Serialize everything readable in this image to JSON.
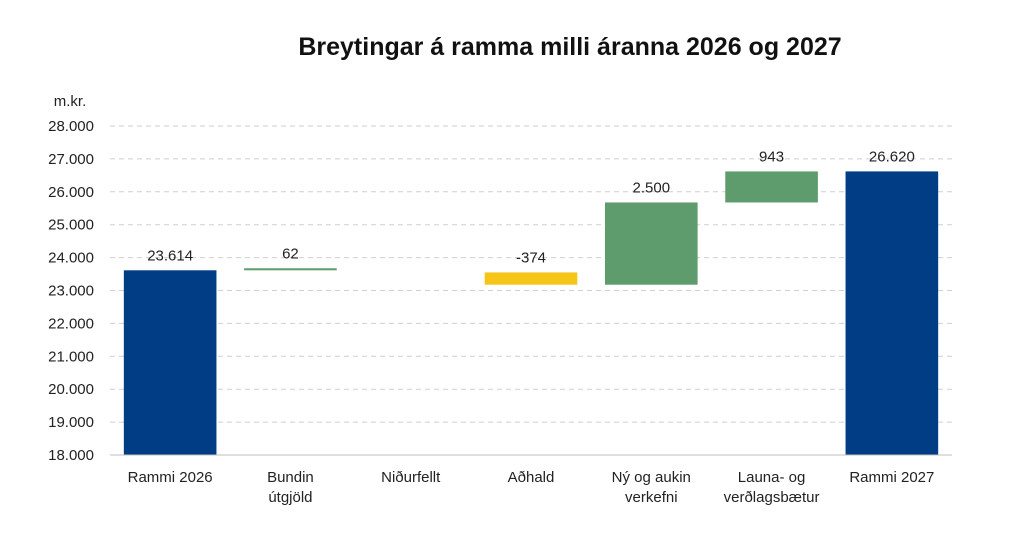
{
  "chart_data": {
    "type": "bar",
    "subtype": "waterfall",
    "title": "Breytingar á ramma milli áranna 2026 og 2027",
    "unit_label": "m.kr.",
    "categories": [
      [
        "Rammi 2026"
      ],
      [
        "Bundin",
        "útgjöld"
      ],
      [
        "Niðurfellt"
      ],
      [
        "Aðhald"
      ],
      [
        "Ný og aukin",
        "verkefni"
      ],
      [
        "Launa- og",
        "verðlagsbætur"
      ],
      [
        "Rammi 2027"
      ]
    ],
    "bars": [
      {
        "kind": "total",
        "start": 18000,
        "end": 23614,
        "label": "23.614",
        "color": "#003d85"
      },
      {
        "kind": "change",
        "start": 23614,
        "end": 23676,
        "label": "62",
        "color": "#5e9b6d"
      },
      {
        "kind": "change",
        "start": 23676,
        "end": 23676,
        "label": "",
        "color": "#5e9b6d"
      },
      {
        "kind": "change",
        "start": 23550,
        "end": 23176,
        "label": "-374",
        "color": "#f5c518"
      },
      {
        "kind": "change",
        "start": 23176,
        "end": 25676,
        "label": "2.500",
        "color": "#5e9b6d"
      },
      {
        "kind": "change",
        "start": 25676,
        "end": 26619,
        "label": "943",
        "color": "#5e9b6d"
      },
      {
        "kind": "total",
        "start": 18000,
        "end": 26620,
        "label": "26.620",
        "color": "#003d85"
      }
    ],
    "ylim": [
      18000,
      28000
    ],
    "yticks": [
      "18.000",
      "19.000",
      "20.000",
      "21.000",
      "22.000",
      "23.000",
      "24.000",
      "25.000",
      "26.000",
      "27.000",
      "28.000"
    ],
    "grid": true,
    "legend": "none"
  },
  "colors": {
    "total": "#003d85",
    "increase": "#5e9b6d",
    "decrease": "#f5c518",
    "grid": "#cfcfcf"
  }
}
